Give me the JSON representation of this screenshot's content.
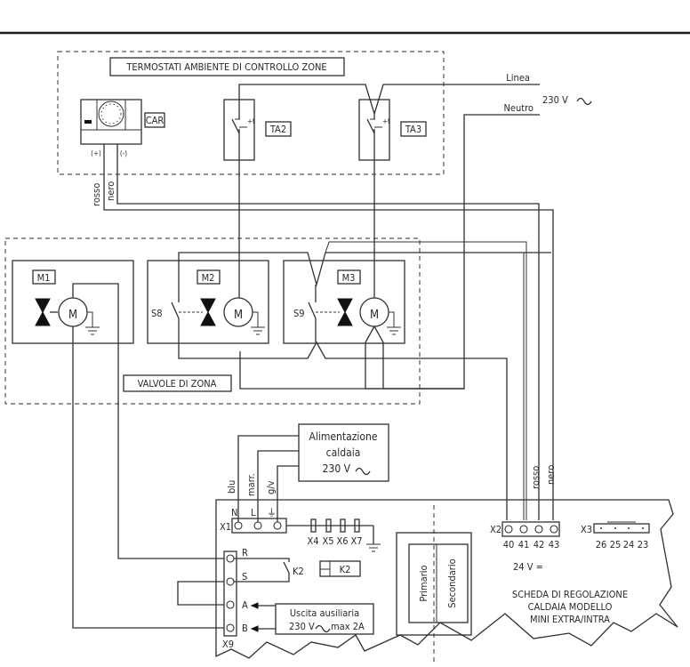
{
  "diagram": {
    "type": "electrical wiring schematic",
    "thermostats_group": {
      "title": "TERMOSTATI AMBIENTE DI CONTROLLO ZONE",
      "chrono": {
        "label": "CAR",
        "pole_plus": "(+)",
        "pole_minus": "(-)"
      },
      "thermostat_2": {
        "label": "TA2",
        "contact_mark": "+t"
      },
      "thermostat_3": {
        "label": "TA3",
        "contact_mark": "+t"
      }
    },
    "mains": {
      "line_label": "Linea",
      "neutral_label": "Neutro",
      "voltage_label": "230 V"
    },
    "wire_colors": {
      "red": "rosso",
      "black": "nero",
      "blue": "blu",
      "brown": "marr.",
      "yellow_green": "g/v"
    },
    "valves_group": {
      "title": "VALVOLE DI ZONA",
      "valves": [
        {
          "label": "M1",
          "motor": "M"
        },
        {
          "label": "M2",
          "motor": "M",
          "switch": "S8"
        },
        {
          "label": "M3",
          "motor": "M",
          "switch": "S9"
        }
      ]
    },
    "boiler_supply": {
      "line1": "Alimentazione",
      "line2": "caldaia",
      "line3": "230 V"
    },
    "board": {
      "x1": {
        "label": "X1",
        "pins": [
          "N",
          "L",
          "⏚"
        ]
      },
      "fuses": [
        "X4",
        "X5",
        "X6",
        "X7"
      ],
      "x9": {
        "label": "X9",
        "pins": [
          "R",
          "S",
          "A",
          "B"
        ]
      },
      "relay": {
        "contact": "K2",
        "coil": "K2"
      },
      "aux_output": {
        "line1": "Uscita ausiliaria",
        "line2": "230 V",
        "line2_suffix": "max 2A"
      },
      "transformer": {
        "primary": "Primario",
        "secondary": "Secondario"
      },
      "x2": {
        "label": "X2",
        "pins": [
          "40",
          "41",
          "42",
          "43"
        ]
      },
      "x3": {
        "label": "X3",
        "pins": [
          "26",
          "25",
          "24",
          "23"
        ]
      },
      "low_voltage": "24 V =",
      "title_line1": "SCHEDA DI REGOLAZIONE",
      "title_line2": "CALDAIA MODELLO",
      "title_line3": "MINI EXTRA/INTRA"
    }
  }
}
